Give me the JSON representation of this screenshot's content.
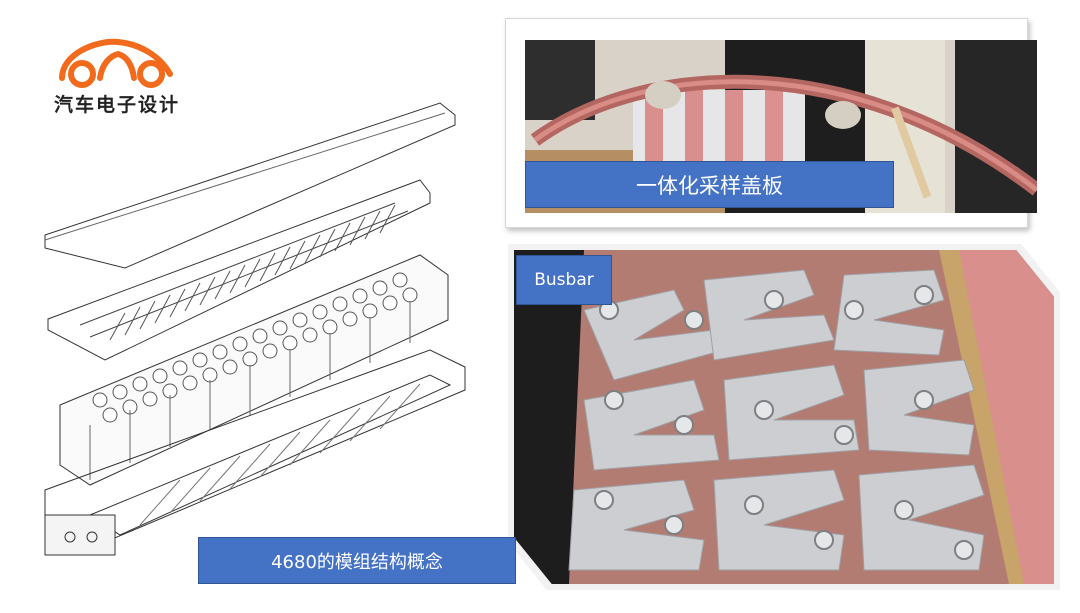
{
  "logo": {
    "text": "汽车电子设计",
    "brand_color": "#f26b1d",
    "icon": "car-outline-logo-icon"
  },
  "drawing": {
    "description": "exploded-view line drawing of 4680 battery module",
    "icon": "battery-module-exploded-drawing"
  },
  "panels": {
    "top_photo": {
      "label": "一体化采样盖板",
      "icon": "photo-sampling-cover-plate"
    },
    "bottom_photo": {
      "label": "Busbar",
      "icon": "photo-busbar"
    }
  },
  "caption": {
    "text": "4680的模组结构概念"
  },
  "colors": {
    "label_bg": "#4472c4",
    "label_border": "#2f5597",
    "label_text": "#ffffff",
    "sealant_pink": "#c46a68",
    "busbar_silver": "#c9cacd"
  }
}
